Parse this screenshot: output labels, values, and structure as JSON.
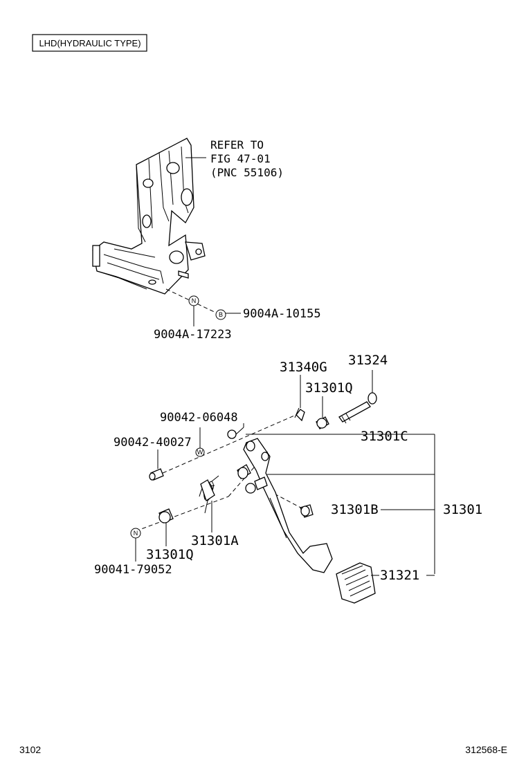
{
  "badge": "LHD(HYDRAULIC TYPE)",
  "reference_note": [
    "REFER TO",
    "FIG 47-01",
    "(PNC 55106)"
  ],
  "callouts": {
    "nut_upper": "9004A-17223",
    "bolt_upper": "9004A-10155",
    "clip": "31340G",
    "pin_bolt": "31324",
    "bushing_upper": "31301Q",
    "washer": "90042-06048",
    "bolt_small": "90042-40027",
    "pedal_sub": "31301C",
    "stopper": "31301B",
    "pedal_assy": "31301",
    "spring": "31301A",
    "bushing_lower": "31301Q",
    "nut_lower": "90041-79052",
    "pad": "31321"
  },
  "symbols": {
    "nut": "N",
    "bolt": "B",
    "washer": "W"
  },
  "footer": {
    "left": "3102",
    "right": "312568-E"
  }
}
